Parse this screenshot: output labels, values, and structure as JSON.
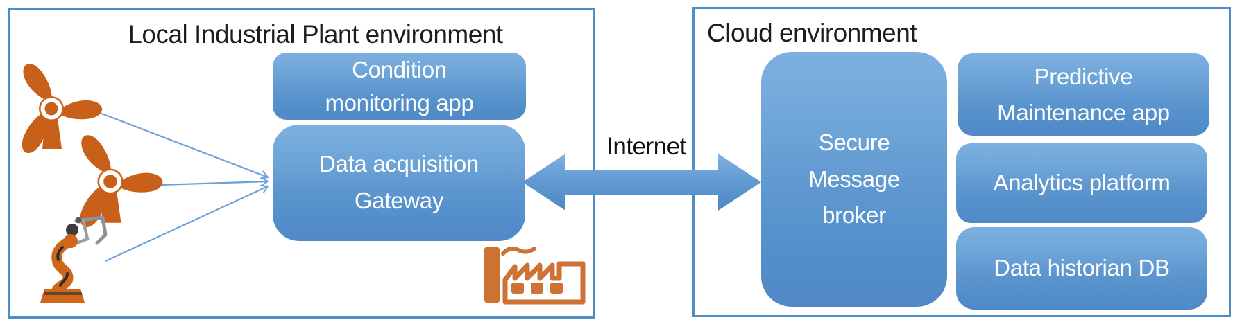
{
  "left_panel": {
    "title": "Local Industrial Plant environment",
    "boxes": [
      {
        "name": "condition-monitoring",
        "lines": [
          "Condition",
          "monitoring app"
        ]
      },
      {
        "name": "data-acquisition-gateway",
        "lines": [
          "Data acquisition",
          "Gateway"
        ]
      }
    ],
    "icons": [
      "wind-turbine-icon",
      "wind-turbine-icon",
      "robot-arm-icon",
      "factory-icon"
    ]
  },
  "connector": {
    "label": "Internet",
    "direction": "bidirectional"
  },
  "cloud_panel": {
    "title": "Cloud environment",
    "boxes": [
      {
        "name": "secure-message-broker",
        "lines": [
          "Secure",
          "Message",
          "broker"
        ]
      },
      {
        "name": "predictive-maintenance-app",
        "lines": [
          "Predictive",
          "Maintenance app"
        ]
      },
      {
        "name": "analytics-platform",
        "lines": [
          "Analytics platform"
        ]
      },
      {
        "name": "data-historian-db",
        "lines": [
          "Data historian DB"
        ]
      }
    ]
  },
  "colors": {
    "box_blue_top": "#7db0e0",
    "box_blue_bottom": "#5089c6",
    "panel_border": "#4f8dc6",
    "internet_arrow": "#5d97d0",
    "sensor_arrow": "#6ca2da",
    "icon_orange": "#c8601a",
    "factory_orange": "#cd7233",
    "title_text": "#1d1d1d",
    "box_text": "#ffffff"
  }
}
